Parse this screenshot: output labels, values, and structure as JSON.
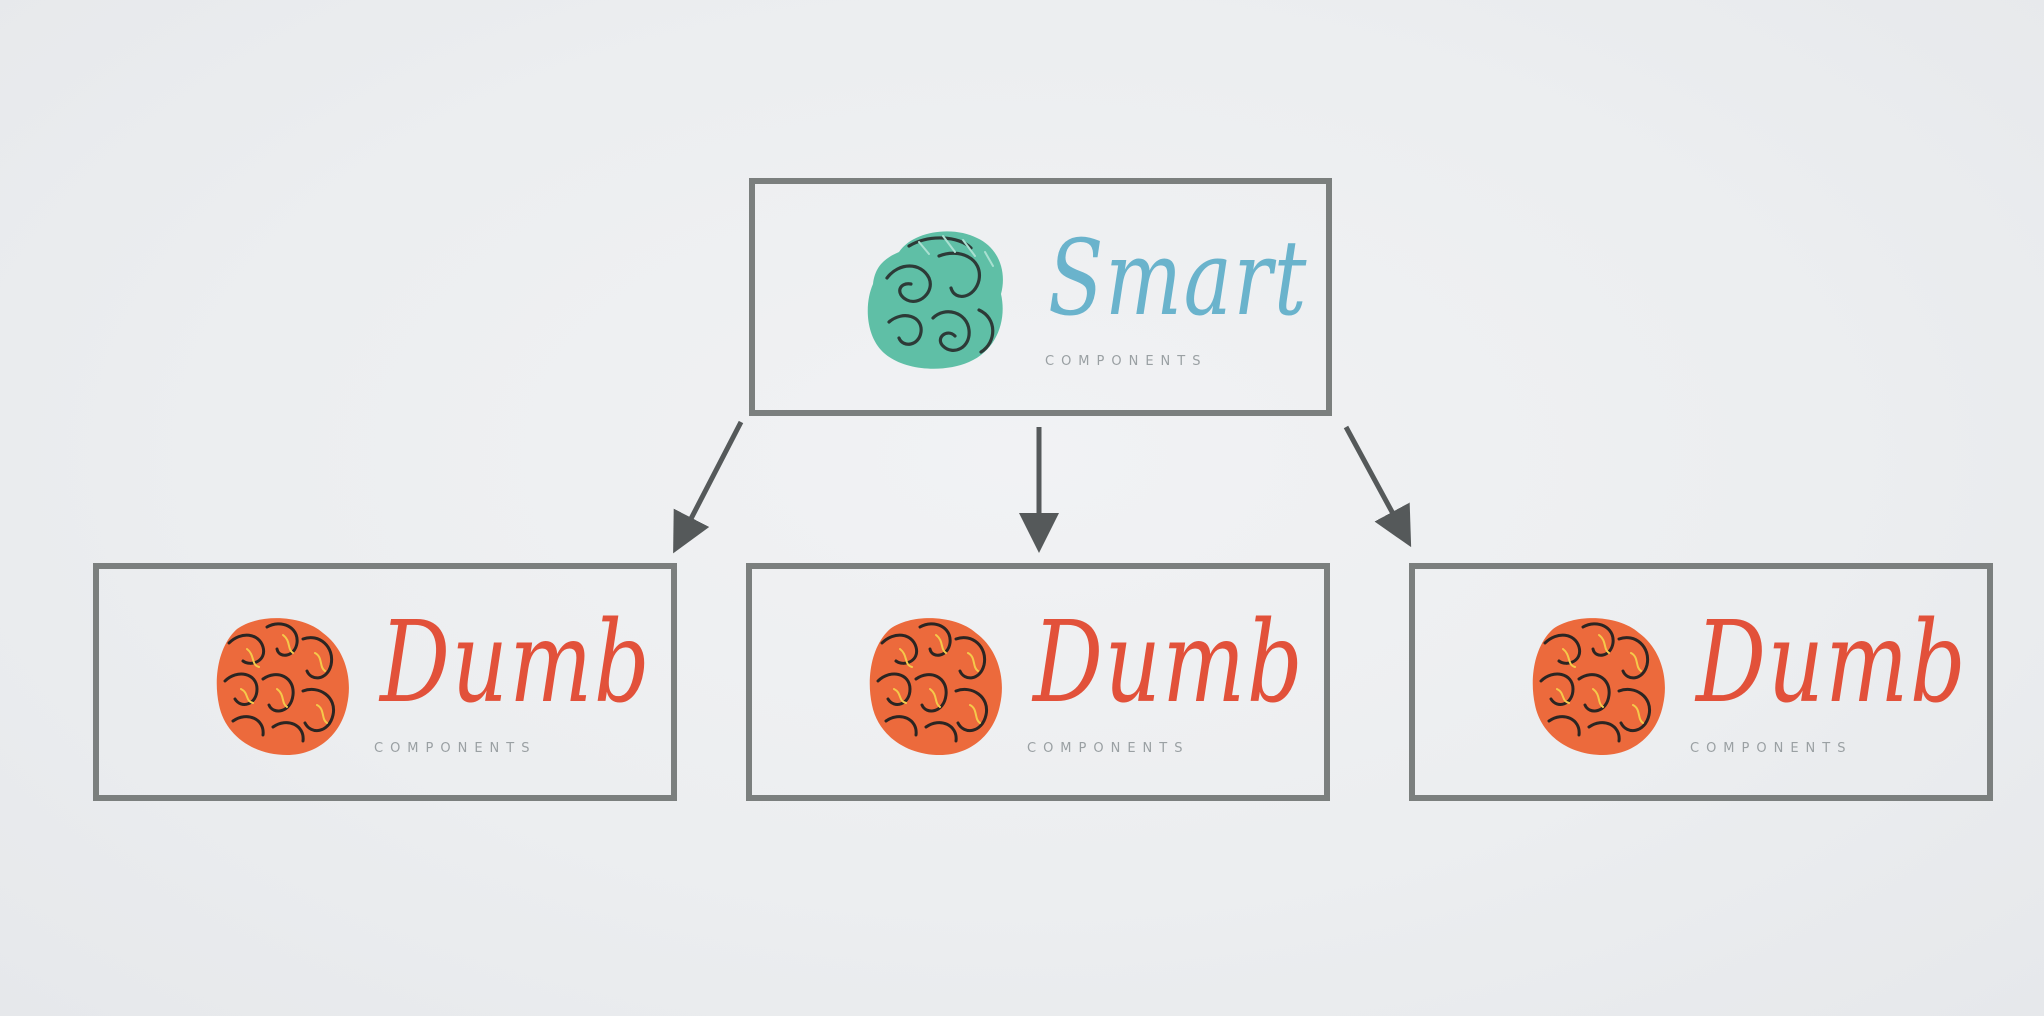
{
  "smart": {
    "title": "Smart",
    "subtitle": "COMPONENTS",
    "brain_icon": "smart-brain-icon",
    "color": "#6ab3cc",
    "brain_color": "#5fbfa6"
  },
  "dumb": [
    {
      "title": "Dumb",
      "subtitle": "COMPONENTS"
    },
    {
      "title": "Dumb",
      "subtitle": "COMPONENTS"
    },
    {
      "title": "Dumb",
      "subtitle": "COMPONENTS"
    }
  ],
  "dumb_style": {
    "brain_icon": "dumb-brain-icon",
    "color": "#e2513a",
    "brain_color": "#ec6a3c"
  },
  "colors": {
    "box_border": "#7b7f7e",
    "arrow": "#55595a",
    "background": "#eceef0"
  }
}
